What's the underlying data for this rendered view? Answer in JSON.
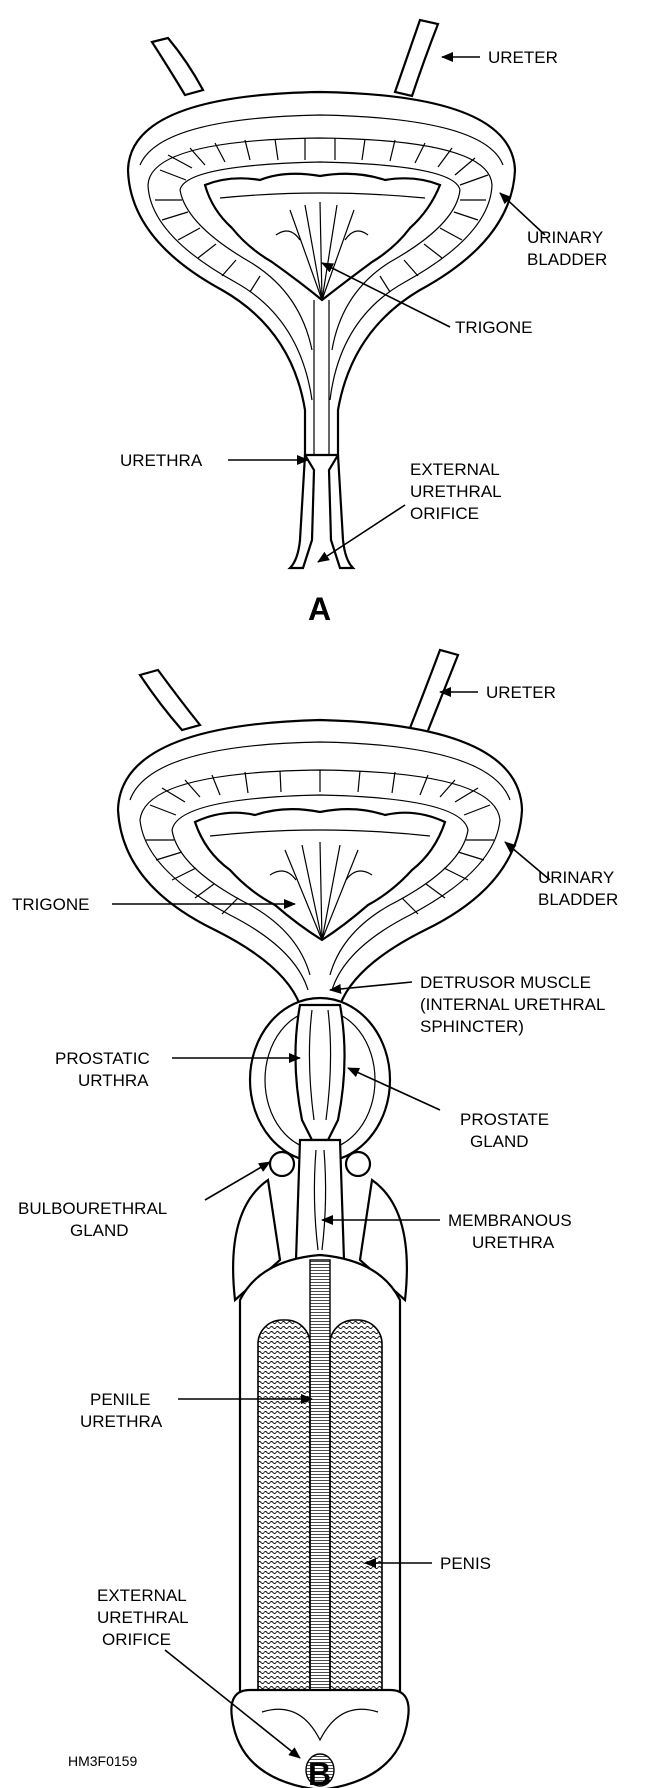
{
  "figure_code": "HM3F0159",
  "panel_a": {
    "letter": "A",
    "labels": {
      "ureter": "URETER",
      "urinary_bladder": [
        "URINARY",
        "BLADDER"
      ],
      "trigone": "TRIGONE",
      "urethra": "URETHRA",
      "external_urethral_orifice": [
        "EXTERNAL",
        "URETHRAL",
        "ORIFICE"
      ]
    }
  },
  "panel_b": {
    "letter": "B",
    "labels": {
      "ureter": "URETER",
      "urinary_bladder": [
        "URINARY",
        "BLADDER"
      ],
      "trigone": "TRIGONE",
      "detrusor_muscle": [
        "DETRUSOR MUSCLE",
        "(INTERNAL URETHRAL",
        "SPHINCTER)"
      ],
      "prostatic_urethra": [
        "PROSTATIC",
        "URTHRA"
      ],
      "prostate_gland": [
        "PROSTATE",
        "GLAND"
      ],
      "bulbourethral_gland": [
        "BULBOURETHRAL",
        "GLAND"
      ],
      "membranous_urethra": [
        "MEMBRANOUS",
        "URETHRA"
      ],
      "penile_urethra": [
        "PENILE",
        "URETHRA"
      ],
      "penis": "PENIS",
      "external_urethral_orifice": [
        "EXTERNAL",
        "URETHRAL",
        "ORIFICE"
      ]
    }
  }
}
